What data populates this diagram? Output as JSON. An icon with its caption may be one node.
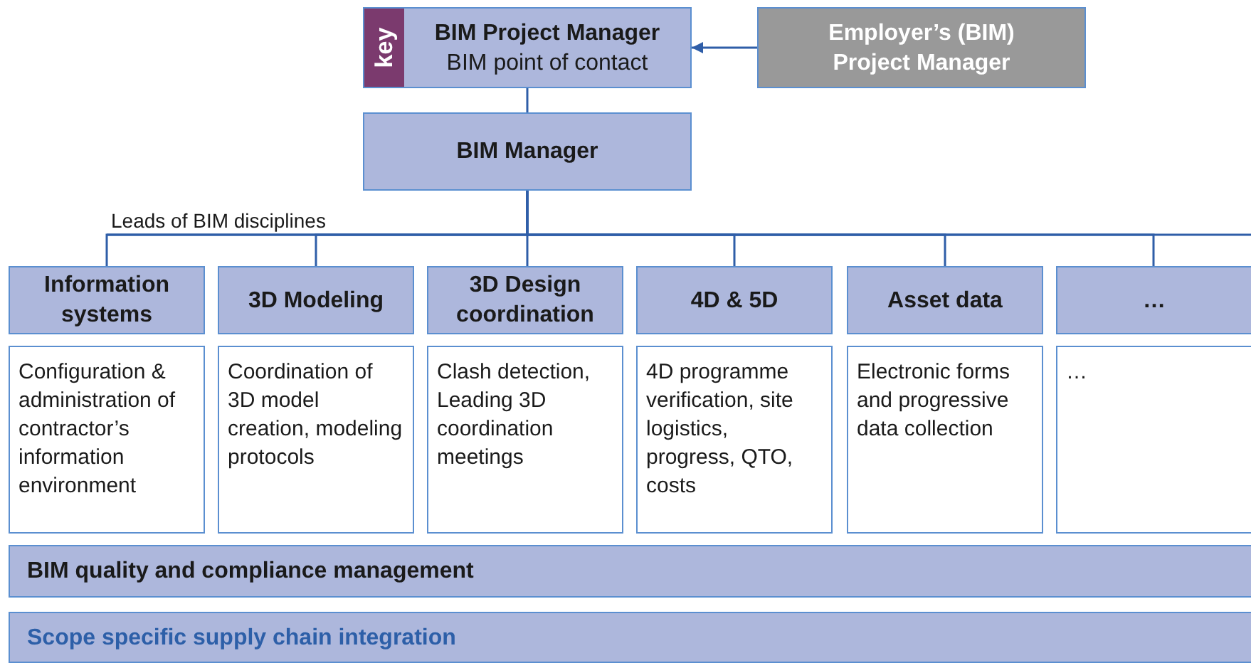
{
  "diagram": {
    "nodes": [
      {
        "text": [
          "BIM Project Manager",
          "BIM point of contact"
        ]
      },
      {
        "text": [
          "key"
        ],
        "in": 0
      },
      {
        "text": [
          "Employer’s (BIM) Project Manager"
        ]
      },
      {
        "text": [
          "BIM Manager"
        ]
      },
      {
        "text": [
          "Information systems"
        ]
      },
      {
        "text": [
          "3D Modeling"
        ]
      },
      {
        "text": [
          "3D Design coordination"
        ]
      },
      {
        "text": [
          "4D & 5D"
        ]
      },
      {
        "text": [
          "Asset data"
        ]
      },
      {
        "text": [
          "…"
        ]
      },
      {
        "text": [
          "Configuration & administration of contractor’s information environment"
        ]
      },
      {
        "text": [
          "Coordination of 3D model creation, modeling protocols"
        ]
      },
      {
        "text": [
          "Clash detection, Leading 3D coordination meetings"
        ]
      },
      {
        "text": [
          "4D programme verification, site logistics, progress, QTO, costs"
        ]
      },
      {
        "text": [
          "Electronic forms and progressive data collection"
        ]
      },
      {
        "text": [
          "…"
        ]
      },
      {
        "text": [
          "BIM quality and compliance management"
        ]
      },
      {
        "text": [
          "Scope specific supply chain integration"
        ]
      }
    ],
    "edges": [
      {
        "from": 2,
        "to": 0,
        "arrow": "to"
      },
      {
        "from": 0,
        "to": 3,
        "arrow": "none"
      },
      {
        "from": 3,
        "to": 4,
        "arrow": "none"
      },
      {
        "from": 3,
        "to": 5,
        "arrow": "none"
      },
      {
        "from": 3,
        "to": 6,
        "arrow": "none"
      },
      {
        "from": 3,
        "to": 7,
        "arrow": "none"
      },
      {
        "from": 3,
        "to": 8,
        "arrow": "none"
      },
      {
        "from": 3,
        "to": 9,
        "arrow": "none"
      }
    ],
    "labels": [
      "Leads of BIM disciplines"
    ]
  }
}
